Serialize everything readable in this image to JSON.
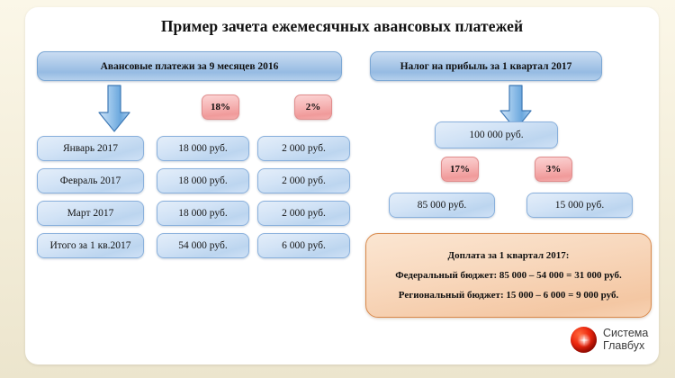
{
  "page": {
    "title": "Пример зачета ежемесячных авансовых платежей"
  },
  "left_block": {
    "header": "Авансовые платежи за 9 месяцев 2016",
    "rate_federal": "18%",
    "rate_regional": "2%",
    "rows": [
      {
        "period": "Январь 2017",
        "federal": "18 000 руб.",
        "regional": "2 000 руб."
      },
      {
        "period": "Февраль 2017",
        "federal": "18 000 руб.",
        "regional": "2 000 руб."
      },
      {
        "period": "Март 2017",
        "federal": "18 000 руб.",
        "regional": "2 000 руб."
      },
      {
        "period": "Итого за 1 кв.2017",
        "federal": "54 000 руб.",
        "regional": "6 000 руб."
      }
    ]
  },
  "right_block": {
    "header": "Налог на прибыль за 1 квартал 2017",
    "total": "100 000 руб.",
    "rate_federal": "17%",
    "rate_regional": "3%",
    "amount_federal": "85 000 руб.",
    "amount_regional": "15 000 руб."
  },
  "summary": {
    "title": "Доплата за 1 квартал 2017:",
    "federal": "Федеральный бюджет:  85 000 – 54 000 = 31 000 руб.",
    "regional": "Региональный бюджет: 15 000 – 6 000 = 9 000 руб."
  },
  "logo": {
    "line1": "Система",
    "line2": "Главбух"
  },
  "colors": {
    "page_background": "#f3edd9",
    "card_background": "#ffffff",
    "box_blue": "#bcd5ef",
    "box_blue_border": "#89b0dc",
    "header_blue": "#96bbe3",
    "badge_pink": "#f09a9a",
    "summary_orange": "#f4c7a3",
    "summary_border": "#d9894b",
    "logo_red": "#ef2a10",
    "text": "#111111"
  }
}
